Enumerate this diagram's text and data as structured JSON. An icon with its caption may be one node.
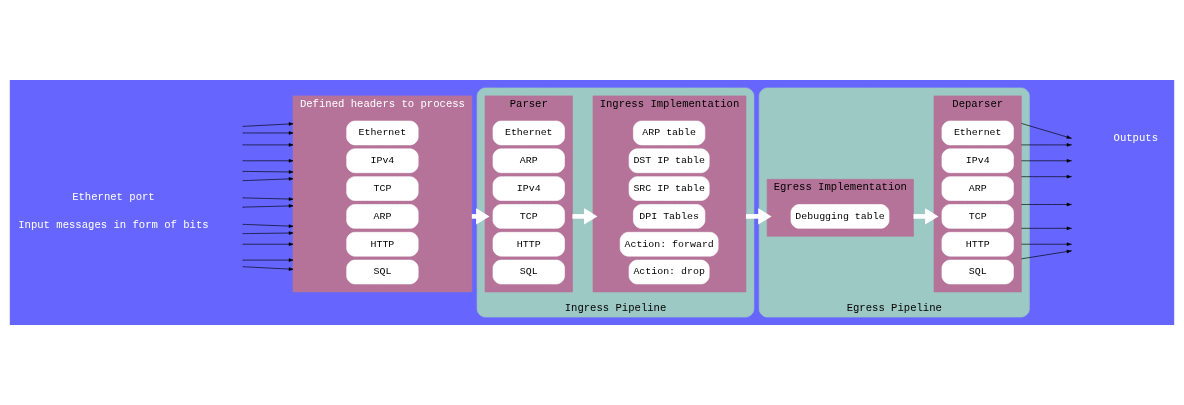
{
  "diagram": {
    "nodes": [
      {
        "text": [
          "Defined headers to process"
        ]
      },
      {
        "text": [
          "Ethernet"
        ],
        "in": 0
      },
      {
        "text": [
          "IPv4"
        ],
        "in": 0
      },
      {
        "text": [
          "TCP"
        ],
        "in": 0
      },
      {
        "text": [
          "ARP"
        ],
        "in": 0
      },
      {
        "text": [
          "HTTP"
        ],
        "in": 0
      },
      {
        "text": [
          "SQL"
        ],
        "in": 0
      },
      {
        "text": [
          "Ingress Pipeline"
        ]
      },
      {
        "text": [
          "Parser"
        ],
        "in": 7
      },
      {
        "text": [
          "Ethernet"
        ],
        "in": 8
      },
      {
        "text": [
          "ARP"
        ],
        "in": 8
      },
      {
        "text": [
          "IPv4"
        ],
        "in": 8
      },
      {
        "text": [
          "TCP"
        ],
        "in": 8
      },
      {
        "text": [
          "HTTP"
        ],
        "in": 8
      },
      {
        "text": [
          "SQL"
        ],
        "in": 8
      },
      {
        "text": [
          "Ingress Implementation"
        ],
        "in": 7
      },
      {
        "text": [
          "ARP table"
        ],
        "in": 15
      },
      {
        "text": [
          "DST IP table"
        ],
        "in": 15
      },
      {
        "text": [
          "SRC IP table"
        ],
        "in": 15
      },
      {
        "text": [
          "DPI Tables"
        ],
        "in": 15
      },
      {
        "text": [
          "Action: forward"
        ],
        "in": 15
      },
      {
        "text": [
          "Action: drop"
        ],
        "in": 15
      },
      {
        "text": [
          "Egress Pipeline"
        ]
      },
      {
        "text": [
          "Egress Implementation"
        ],
        "in": 22
      },
      {
        "text": [
          "Debugging table"
        ],
        "in": 23
      },
      {
        "text": [
          "Deparser"
        ],
        "in": 22
      },
      {
        "text": [
          "Ethernet"
        ],
        "in": 25
      },
      {
        "text": [
          "IPv4"
        ],
        "in": 25
      },
      {
        "text": [
          "ARP"
        ],
        "in": 25
      },
      {
        "text": [
          "TCP"
        ],
        "in": 25
      },
      {
        "text": [
          "HTTP"
        ],
        "in": 25
      },
      {
        "text": [
          "SQL"
        ],
        "in": 25
      }
    ],
    "edges": [
      {
        "from": null,
        "to": 0,
        "arrow": "to"
      },
      {
        "from": null,
        "to": 0,
        "arrow": "to"
      },
      {
        "from": null,
        "to": 0,
        "arrow": "to"
      },
      {
        "from": null,
        "to": 0,
        "arrow": "to"
      },
      {
        "from": null,
        "to": 0,
        "arrow": "to"
      },
      {
        "from": null,
        "to": 0,
        "arrow": "to"
      },
      {
        "from": null,
        "to": 0,
        "arrow": "to"
      },
      {
        "from": null,
        "to": 0,
        "arrow": "to"
      },
      {
        "from": null,
        "to": 0,
        "arrow": "to"
      },
      {
        "from": null,
        "to": 0,
        "arrow": "to"
      },
      {
        "from": null,
        "to": 0,
        "arrow": "to"
      },
      {
        "from": null,
        "to": 0,
        "arrow": "to"
      },
      {
        "from": null,
        "to": 0,
        "arrow": "to"
      },
      {
        "from": 0,
        "to": 8,
        "arrow": "to",
        "style": "thick",
        "color": "#ffffff"
      },
      {
        "from": 8,
        "to": 15,
        "arrow": "to",
        "style": "thick",
        "color": "#ffffff"
      },
      {
        "from": 15,
        "to": 23,
        "arrow": "to",
        "style": "thick",
        "color": "#ffffff"
      },
      {
        "from": 23,
        "to": 25,
        "arrow": "to",
        "style": "thick",
        "color": "#ffffff"
      },
      {
        "from": 25,
        "to": null,
        "arrow": "to"
      },
      {
        "from": 25,
        "to": null,
        "arrow": "to"
      },
      {
        "from": 25,
        "to": null,
        "arrow": "to"
      },
      {
        "from": 25,
        "to": null,
        "arrow": "to"
      },
      {
        "from": 25,
        "to": null,
        "arrow": "to"
      },
      {
        "from": 25,
        "to": null,
        "arrow": "to"
      },
      {
        "from": 25,
        "to": null,
        "arrow": "to"
      },
      {
        "from": 25,
        "to": null,
        "arrow": "to"
      }
    ],
    "labels": [
      "Input messages in form of bits",
      "Ethernet port",
      "Outputs"
    ]
  }
}
